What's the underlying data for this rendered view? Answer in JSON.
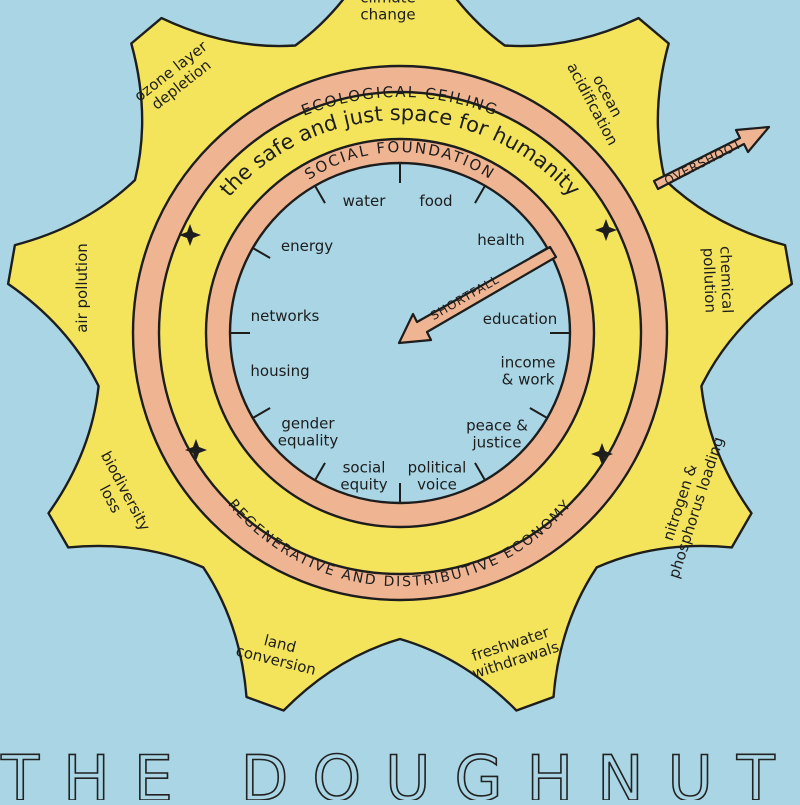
{
  "colors": {
    "background": "#a9d5e4",
    "sun": "#f4e45c",
    "ring": "#efb592",
    "outline": "#1d1d1d"
  },
  "diagram": {
    "title": "THE DOUGHNUT",
    "middle_label": "the safe and just space for humanity",
    "outer_ring_label": "ECOLOGICAL CEILING",
    "inner_ring_label": "SOCIAL FOUNDATION",
    "economy_label": "REGENERATIVE AND DISTRIBUTIVE ECONOMY",
    "overshoot_label": "OVERSHOOT",
    "shortfall_label": "SHORTFALL",
    "ecological_ceiling": [
      [
        "climate",
        "change"
      ],
      [
        "ocean",
        "acidification"
      ],
      [
        "chemical",
        "pollution"
      ],
      [
        "nitrogen &",
        "phosphorus loading"
      ],
      [
        "freshwater",
        "withdrawals"
      ],
      [
        "land",
        "conversion"
      ],
      [
        "biodiversity",
        "loss"
      ],
      [
        "air pollution"
      ],
      [
        "ozone layer",
        "depletion"
      ]
    ],
    "social_foundation": [
      [
        "water"
      ],
      [
        "food"
      ],
      [
        "health"
      ],
      [
        "education"
      ],
      [
        "income",
        "& work"
      ],
      [
        "peace &",
        "justice"
      ],
      [
        "political",
        "voice"
      ],
      [
        "social",
        "equity"
      ],
      [
        "gender",
        "equality"
      ],
      [
        "housing"
      ],
      [
        "networks"
      ],
      [
        "energy"
      ]
    ]
  }
}
